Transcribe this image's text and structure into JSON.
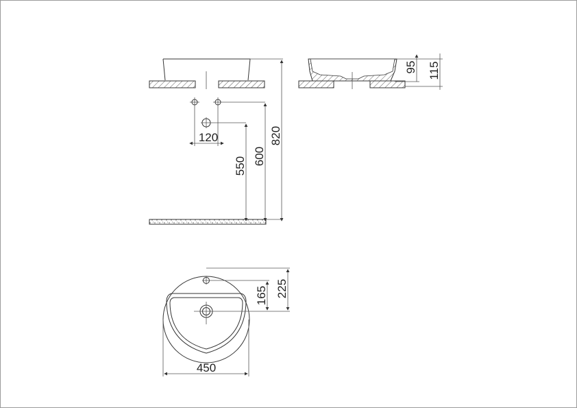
{
  "drawing": {
    "front_view": {
      "dim_tap_spacing": "120",
      "dim_waste_height": "550",
      "dim_tap_height": "600",
      "dim_top_height": "820"
    },
    "side_view": {
      "dim_bowl_depth": "95",
      "dim_total_height": "115"
    },
    "top_view": {
      "dim_tap_hole_offset": "165",
      "dim_radius_offset": "225",
      "dim_diameter": "450"
    }
  }
}
